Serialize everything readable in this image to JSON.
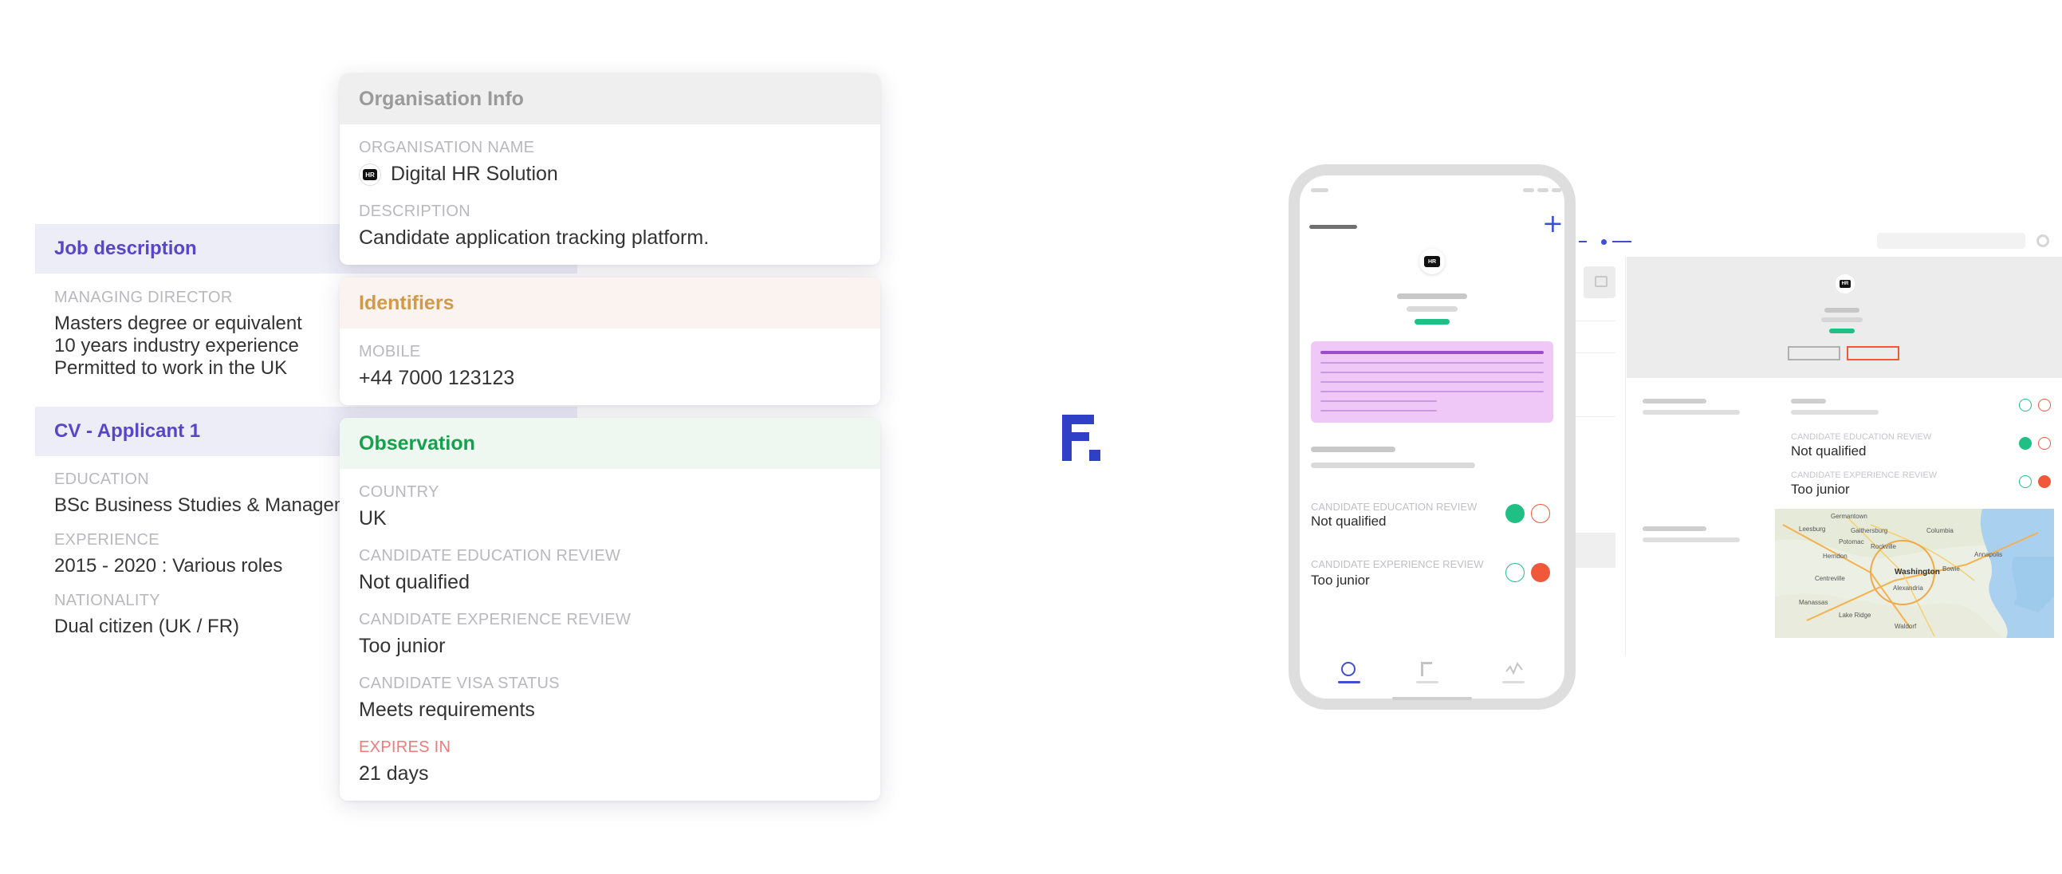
{
  "left_panel": {
    "job_section": {
      "title": "Job description",
      "label": "MANAGING DIRECTOR",
      "lines": [
        "Masters degree or equivalent",
        "10 years industry experience",
        "Permitted to work in the UK"
      ]
    },
    "cv_section": {
      "title": "CV - Applicant 1",
      "education_label": "EDUCATION",
      "education_value": "BSc Business Studies & Management",
      "experience_label": "EXPERIENCE",
      "experience_value": "2015 - 2020 : Various roles",
      "nationality_label": "NATIONALITY",
      "nationality_value": "Dual citizen (UK / FR)"
    }
  },
  "org_card": {
    "title": "Organisation Info",
    "name_label": "ORGANISATION NAME",
    "name_value": "Digital HR Solution",
    "logo_text": "HR",
    "desc_label": "DESCRIPTION",
    "desc_value": "Candidate application tracking platform."
  },
  "identifiers_card": {
    "title": "Identifiers",
    "mobile_label": "MOBILE",
    "mobile_value": "+44 7000 123123"
  },
  "observation_card": {
    "title": "Observation",
    "country_label": "COUNTRY",
    "country_value": "UK",
    "edu_label": "CANDIDATE EDUCATION REVIEW",
    "edu_value": "Not qualified",
    "exp_label": "CANDIDATE EXPERIENCE REVIEW",
    "exp_value": "Too junior",
    "visa_label": "CANDIDATE VISA STATUS",
    "visa_value": "Meets requirements",
    "expires_label": "EXPIRES IN",
    "expires_value": "21 days"
  },
  "phone": {
    "logo_text": "HR",
    "edu_label": "CANDIDATE EDUCATION REVIEW",
    "edu_value": "Not qualified",
    "exp_label": "CANDIDATE EXPERIENCE REVIEW",
    "exp_value": "Too junior",
    "plus_glyph": "+"
  },
  "desktop": {
    "logo_text": "HR",
    "edu_label": "CANDIDATE EDUCATION REVIEW",
    "edu_value": "Not qualified",
    "exp_label": "CANDIDATE EXPERIENCE REVIEW",
    "exp_value": "Too junior",
    "map_labels": [
      "Germantown",
      "Leesburg",
      "Gaithersburg",
      "Herndon",
      "Rockville",
      "Columbia",
      "Washington",
      "Annapolis",
      "Alexandria",
      "Centreville",
      "Manassas",
      "Lake Ridge",
      "Waldorf",
      "Bowie",
      "Potomac"
    ]
  },
  "colors": {
    "brand_blue": "#2f3fc6",
    "job_accent": "#5845c9",
    "identifiers_accent": "#d19a4b",
    "observation_accent": "#15a04e",
    "expires_accent": "#f07a7a",
    "positive": "#1fbf86",
    "negative": "#f0583a"
  }
}
